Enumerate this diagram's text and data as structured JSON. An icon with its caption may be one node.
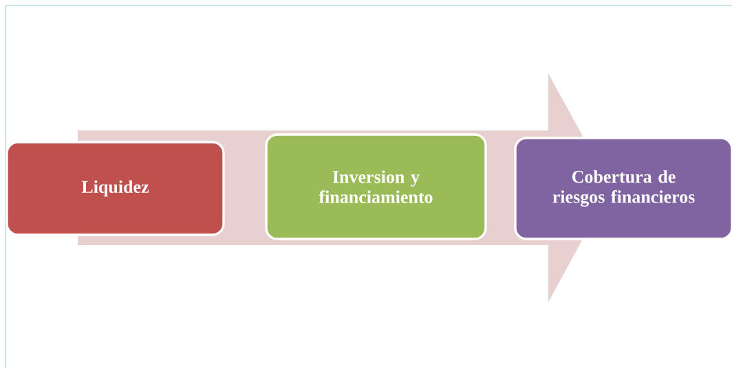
{
  "diagram": {
    "nodes": [
      {
        "text": [
          "Liquidez"
        ]
      },
      {
        "text": [
          "Inversion y financiamiento"
        ]
      },
      {
        "text": [
          "Cobertura de riesgos financieros"
        ]
      }
    ]
  }
}
